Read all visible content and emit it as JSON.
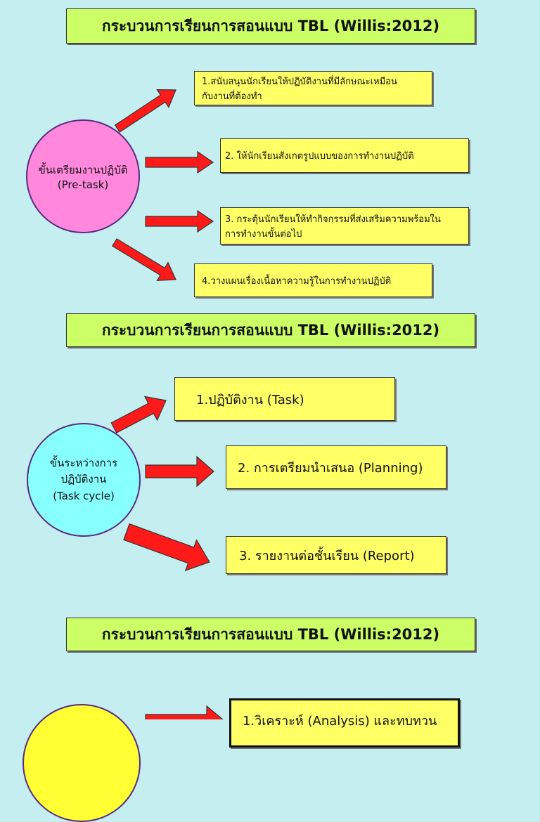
{
  "title": "กระบวนการเรียนการสอนแบบ TBL (Willis:2012)",
  "section1": {
    "circle_line1": "ขั้นเตรียมงานปฏิบัติ",
    "circle_line2": "(Pre-task)",
    "items": [
      "1.สนับสนุนนักเรียนให้ปฏิบัติงานที่มีลักษณะเหมือน\n   กับงานที่ต้องทำ",
      "2. ให้นักเรียนสังเกตรูปแบบของการทำงานปฏิบัติ",
      "3. กระตุ้นนักเรียนให้ทำกิจกรรมที่ส่งเสริมความพร้อมใน\nการทำงานขั้นต่อไป",
      "4.วางแผนเรื่องเนื้อหาความรู้ในการทำงานปฏิบัติ"
    ]
  },
  "section2": {
    "circle_line1": "ขั้นระหว่างการ",
    "circle_line2": "ปฏิบัติงาน",
    "circle_line3": "(Task cycle)",
    "items": [
      "1.ปฏิบัติงาน (Task)",
      "2. การเตรียมนำเสนอ (Planning)",
      "3. รายงานต่อชั้นเรียน (Report)"
    ]
  },
  "section3": {
    "items": [
      "1.วิเคราะห์ (Analysis) และทบทวน"
    ]
  },
  "colors": {
    "background": "#c4eef0",
    "title_fill": "#ccff66",
    "box_fill": "#ffff66",
    "arrow_fill": "#ff1a1a",
    "circle1_fill": "#ff88dd",
    "circle2_fill": "#88ffff",
    "circle3_fill": "#ffff33"
  }
}
